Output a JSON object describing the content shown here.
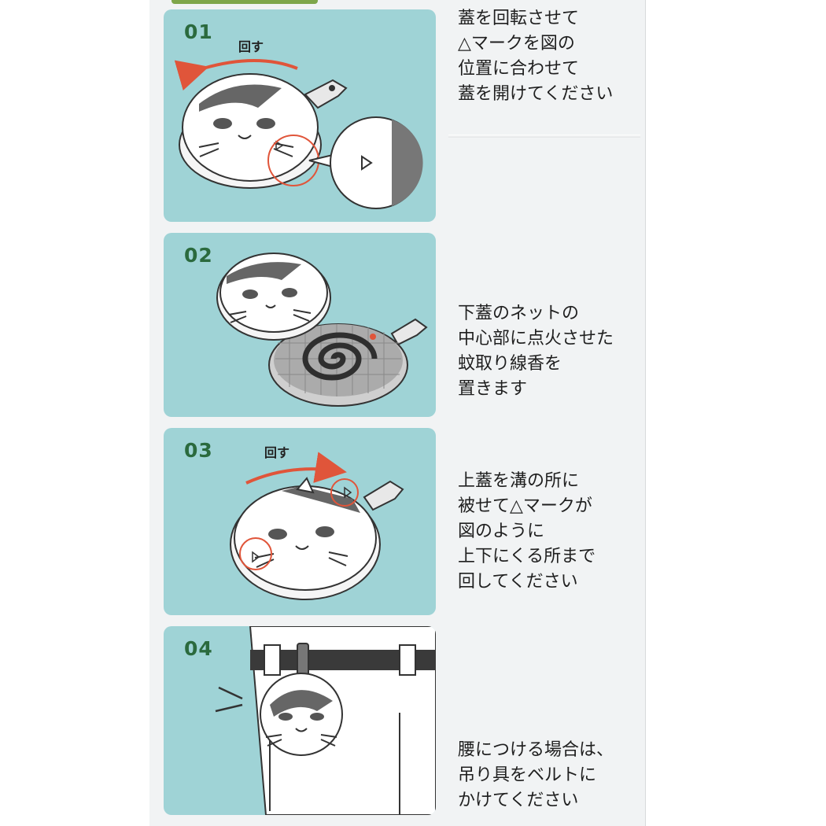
{
  "steps": [
    {
      "number": "01",
      "turn_label": "回す",
      "lines": [
        "蓋を回転させて",
        "△マークを図の",
        "位置に合わせて",
        "蓋を開けてください"
      ]
    },
    {
      "number": "02",
      "lines": [
        "下蓋のネットの",
        "中心部に点火させた",
        "蚊取り線香を",
        "置きます"
      ]
    },
    {
      "number": "03",
      "turn_label": "回す",
      "lines": [
        "上蓋を溝の所に",
        "被せて△マークが",
        "図のように",
        "上下にくる所まで",
        "回してください"
      ]
    },
    {
      "number": "04",
      "lines": [
        "腰につける場合は、",
        "吊り具をベルトに",
        "かけてください"
      ]
    }
  ],
  "colors": {
    "panel": "#9fd3d6",
    "step_number": "#2b6a3e",
    "arrow": "#e0553a",
    "top_bar": "#7ea64a"
  }
}
